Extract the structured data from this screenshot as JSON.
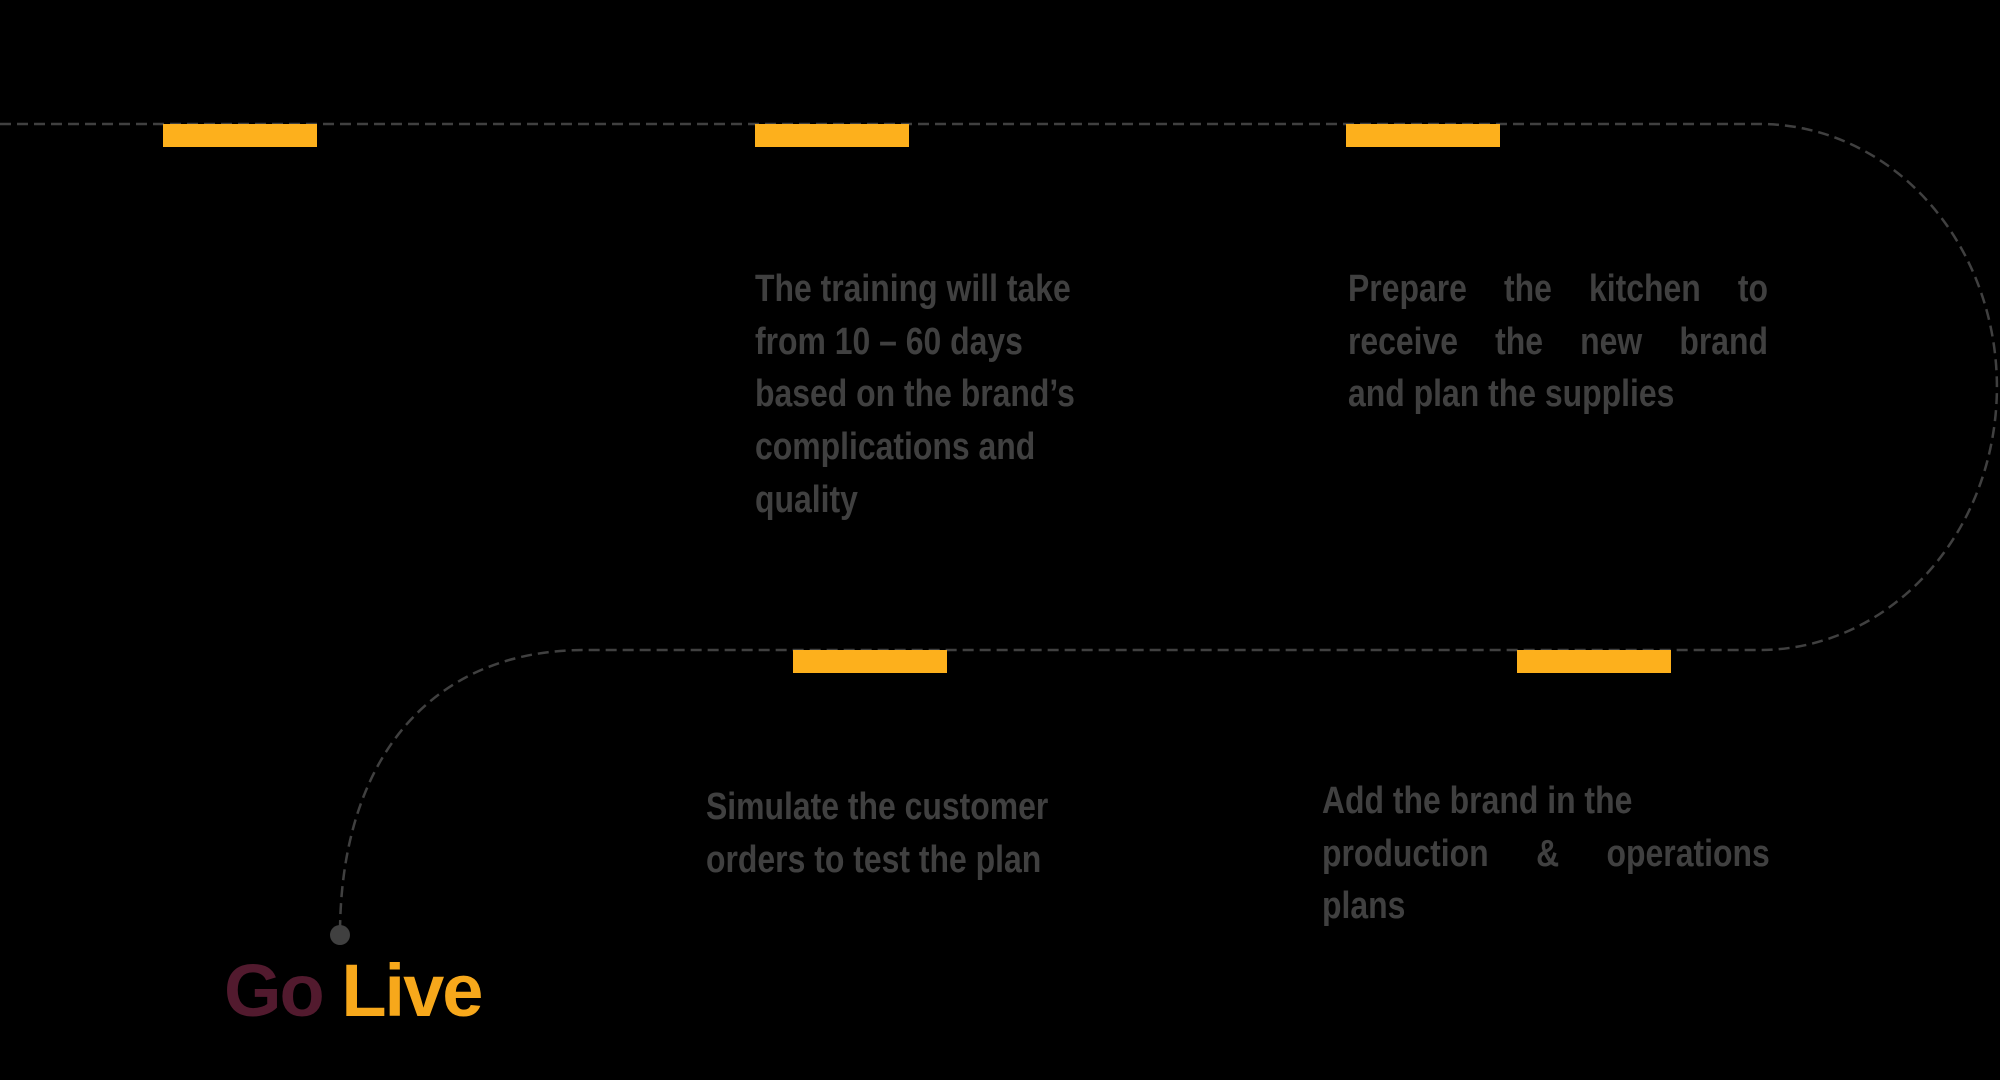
{
  "colors": {
    "background": "#000000",
    "path": "#404040",
    "bar": "#fdb01c",
    "text": "#404040",
    "go": "#521a2e",
    "live": "#f7a81b"
  },
  "steps": [
    {
      "id": 1,
      "lines": []
    },
    {
      "id": 2,
      "lines": [
        "The training will take",
        "from 10 – 60 days",
        "based on the brand’s",
        "complications and",
        "quality"
      ]
    },
    {
      "id": 3,
      "lines": [
        "Prepare the kitchen to",
        "receive the new brand",
        "and plan the supplies"
      ]
    },
    {
      "id": 4,
      "lines": [
        "Add the brand in the",
        "production & operations",
        "plans"
      ]
    },
    {
      "id": 5,
      "lines": [
        "Simulate the customer",
        "orders to test the plan"
      ]
    }
  ],
  "end": {
    "word1": "Go",
    "word2": "Live"
  }
}
